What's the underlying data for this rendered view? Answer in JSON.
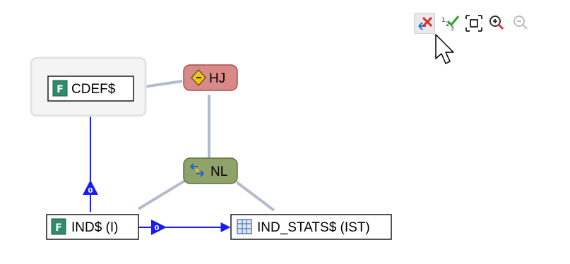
{
  "toolbar": {
    "buttons": [
      {
        "name": "clear-selection",
        "icon": "red-x-arrows-icon",
        "pressed": true
      },
      {
        "name": "auto-number",
        "icon": "numbered-check-icon",
        "pressed": false
      },
      {
        "name": "fit-to-view",
        "icon": "fit-frame-icon",
        "pressed": false
      },
      {
        "name": "zoom-in",
        "icon": "zoom-in-icon",
        "pressed": false
      },
      {
        "name": "zoom-out",
        "icon": "zoom-out-disabled-icon",
        "pressed": false
      }
    ]
  },
  "nodes": {
    "cdef": {
      "label": "CDEF$",
      "icon": "table-f-icon"
    },
    "hj": {
      "label": "HJ",
      "icon": "hash-join-icon",
      "color": "#d98a88"
    },
    "nl": {
      "label": "NL",
      "icon": "nested-loop-icon",
      "color": "#8fa26a"
    },
    "ind": {
      "label": "IND$ (I)",
      "icon": "table-f-icon"
    },
    "ind_stats": {
      "label": "IND_STATS$ (IST)",
      "icon": "table-grid-icon"
    }
  },
  "edges": {
    "badge_label": "0",
    "join_edge_color": "#b3bccb",
    "link_edge_color": "#1a1aff"
  }
}
